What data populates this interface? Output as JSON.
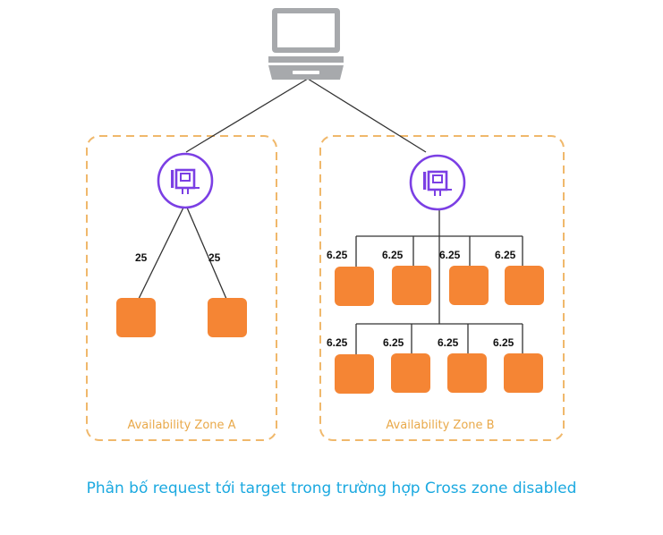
{
  "colors": {
    "zone_border": "#f0b86b",
    "zone_label": "#e9a94a",
    "load_balancer": "#7b3fe4",
    "instance": "#f58534",
    "caption": "#1ba9e0",
    "client": "#a7a9ac"
  },
  "icons": {
    "client": "laptop-icon",
    "load_balancer": "load-balancer-icon",
    "instance": "ec2-instance-icon"
  },
  "zones": {
    "a": {
      "label": "Availability Zone A",
      "weights": [
        "25",
        "25"
      ]
    },
    "b": {
      "label": "Availability Zone B",
      "weights_top": [
        "6.25",
        "6.25",
        "6.25",
        "6.25"
      ],
      "weights_bottom": [
        "6.25",
        "6.25",
        "6.25",
        "6.25"
      ]
    }
  },
  "caption": "Phân bố request tới target trong trường hợp Cross zone disabled"
}
